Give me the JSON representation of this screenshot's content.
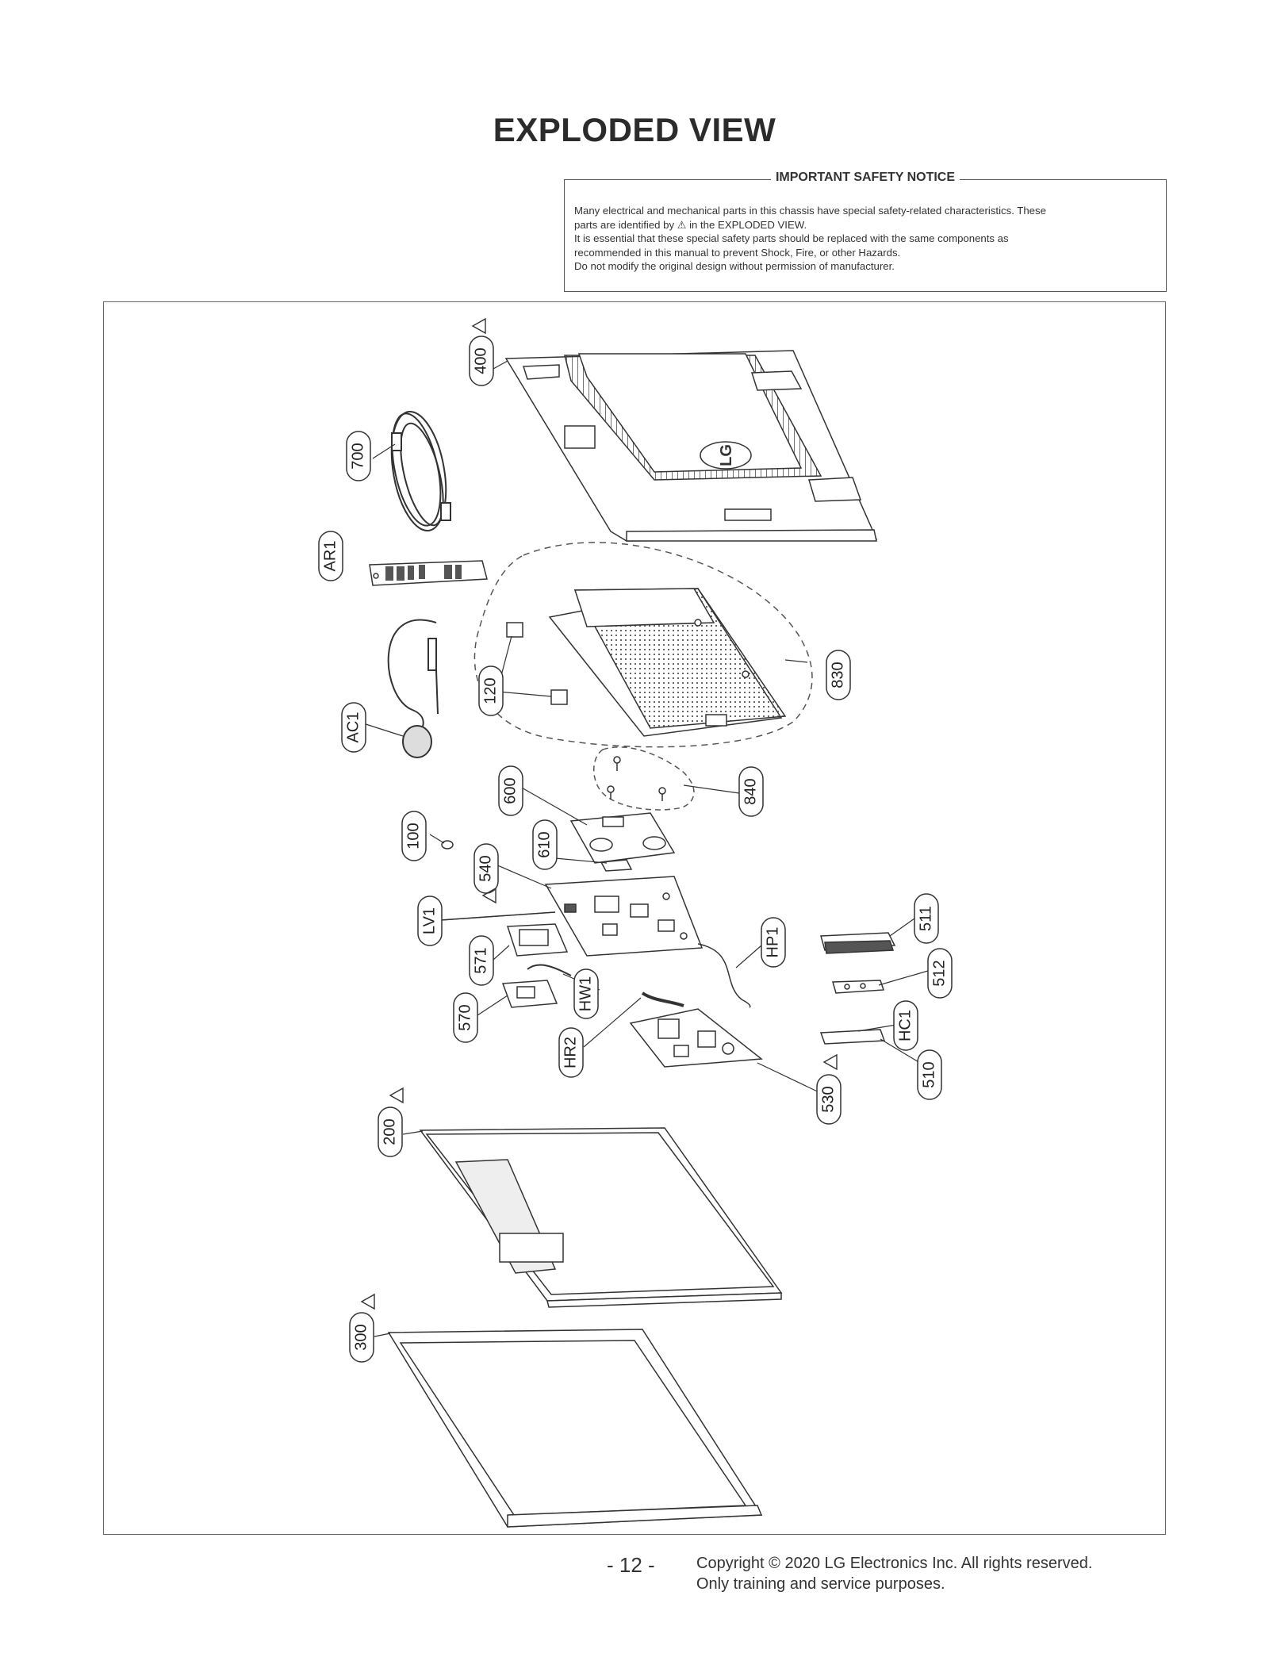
{
  "page": {
    "title": "EXPLODED VIEW",
    "page_number": "- 12 -",
    "copyright_line1": "Copyright © 2020 LG Electronics Inc. All rights reserved.",
    "copyright_line2": "Only training and service purposes."
  },
  "notice": {
    "title": "IMPORTANT SAFETY NOTICE",
    "line1": "Many electrical and mechanical parts in this chassis have special safety-related characteristics. These",
    "line2_before": "parts are identified by",
    "line2_after": "in the EXPLODED VIEW.",
    "line3": "It is essential that these special safety parts should be replaced with the same components as",
    "line4": "recommended in this manual to prevent Shock, Fire, or other Hazards.",
    "line5": "Do not modify the original design without permission of manufacturer."
  },
  "logo_text": "LG",
  "callouts": {
    "c400": "400",
    "c700": "700",
    "cAR1": "AR1",
    "c830": "830",
    "c120": "120",
    "cAC1": "AC1",
    "c600": "600",
    "c840": "840",
    "c100": "100",
    "c610": "610",
    "c540": "540",
    "cLV1": "LV1",
    "cHP1": "HP1",
    "c571": "571",
    "cHW1": "HW1",
    "c570": "570",
    "cHR2": "HR2",
    "c511": "511",
    "c512": "512",
    "cHC1": "HC1",
    "c510": "510",
    "c530": "530",
    "c200": "200",
    "c300": "300"
  }
}
